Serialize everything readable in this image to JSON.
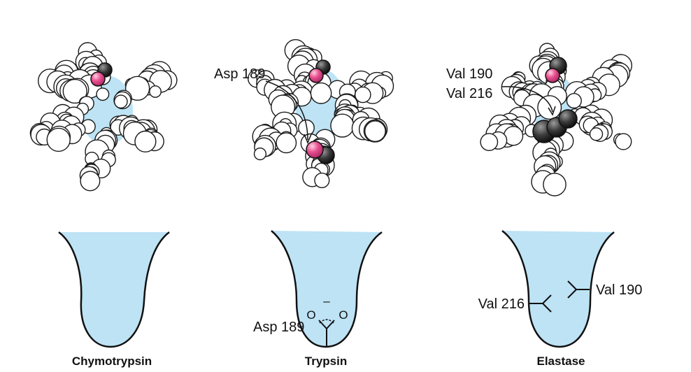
{
  "colors": {
    "pocket_fill": "#bde3f5",
    "sphere_fill": "#ffffff",
    "sphere_stroke": "#1a1a1a",
    "highlight_pink": "#e8508f",
    "dark_sphere": "#3a3a3a",
    "text": "#111111"
  },
  "panels": [
    {
      "title": "Chymotrypsin"
    },
    {
      "title": "Trypsin",
      "model_label": "Asp 189",
      "pocket_label": "Asp 189",
      "atoms": {
        "o_left": "O",
        "o_right": "O",
        "charge": "–"
      }
    },
    {
      "title": "Elastase",
      "model_labels": [
        "Val 190",
        "Val 216"
      ],
      "pocket_labels": {
        "left": "Val 216",
        "right": "Val 190"
      }
    }
  ]
}
